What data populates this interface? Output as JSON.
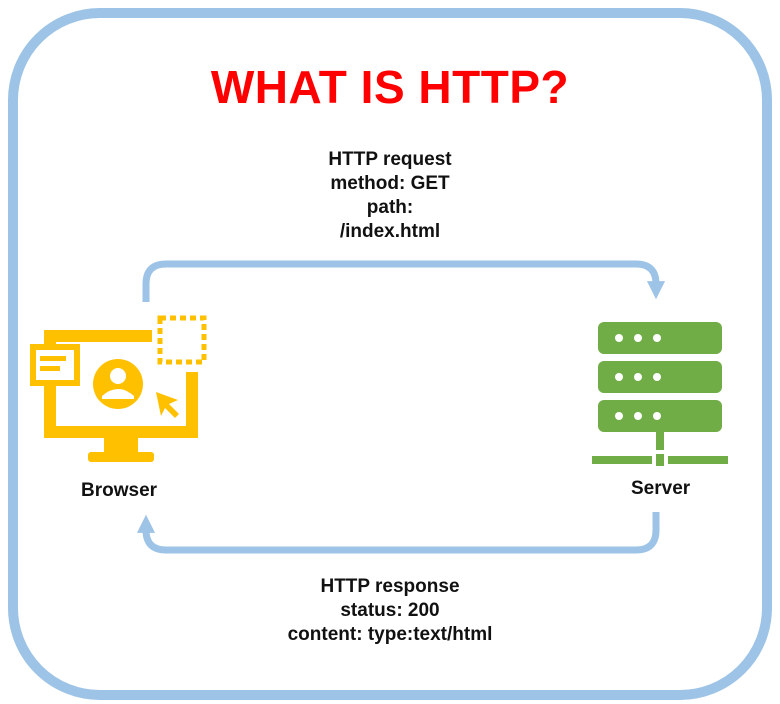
{
  "title": "WHAT IS HTTP?",
  "request": {
    "lines": [
      "HTTP request",
      "method: GET",
      "path:",
      "/index.html"
    ]
  },
  "response": {
    "lines": [
      "HTTP response",
      "status: 200",
      "content: type:text/html"
    ]
  },
  "nodes": {
    "browser": {
      "label": "Browser",
      "icon": "browser-monitor-icon"
    },
    "server": {
      "label": "Server",
      "icon": "server-rack-icon"
    }
  },
  "colors": {
    "title": "#ff0000",
    "frame": "#9dc3e6",
    "arrows": "#9dc3e6",
    "browser_icon": "#ffc000",
    "server_icon": "#70ad47"
  }
}
